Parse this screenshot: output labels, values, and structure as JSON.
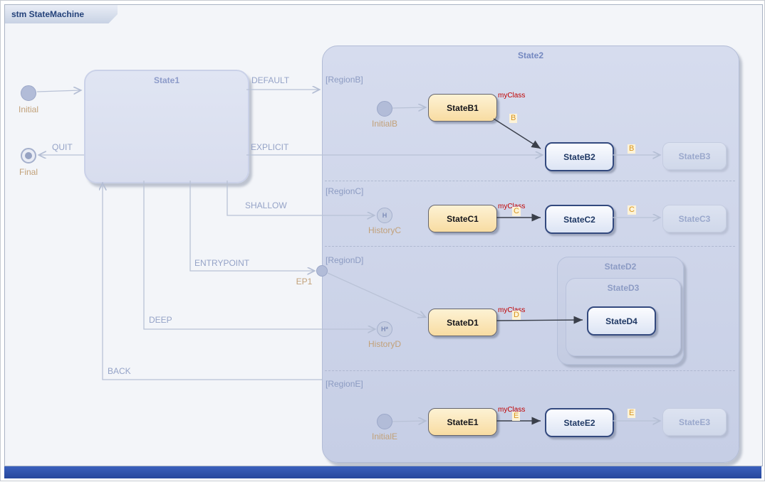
{
  "frame": {
    "title": "stm StateMachine"
  },
  "states": {
    "state1": "State1",
    "state2": "State2",
    "stateB1": "StateB1",
    "stateB2": "StateB2",
    "stateB3": "StateB3",
    "stateC1": "StateC1",
    "stateC2": "StateC2",
    "stateC3": "StateC3",
    "stateD1": "StateD1",
    "stateD2": "StateD2",
    "stateD3": "StateD3",
    "stateD4": "StateD4",
    "stateE1": "StateE1",
    "stateE2": "StateE2",
    "stateE3": "StateE3"
  },
  "pseudostates": {
    "initial": "Initial",
    "final": "Final",
    "initialB": "InitialB",
    "historyC": "HistoryC",
    "historyD": "HistoryD",
    "initialE": "InitialE",
    "ep1": "EP1",
    "shallowHistoryGlyph": "H",
    "deepHistoryGlyph": "H*"
  },
  "regions": {
    "b": "[RegionB]",
    "c": "[RegionC]",
    "d": "[RegionD]",
    "e": "[RegionE]"
  },
  "transitions": {
    "default": "DEFAULT",
    "explicit": "EXPLICIT",
    "quit": "QUIT",
    "shallow": "SHALLOW",
    "entrypoint": "ENTRYPOINT",
    "deep": "DEEP",
    "back": "BACK"
  },
  "annotations": {
    "myClass": "myClass",
    "triggerB_arrow": "B",
    "triggerB_out": "B",
    "triggerC_arrow": "C",
    "triggerC_out": "C",
    "triggerD_arrow": "D",
    "triggerE_arrow": "E",
    "triggerE_out": "E"
  },
  "colors": {
    "highlight_fill": "#F8DCA2",
    "highlight_border": "#63646E",
    "target_border": "#33497E",
    "target_text": "#1F3864",
    "annotation_red": "#C00000",
    "trigger_orange": "#D6941F",
    "muted_blue": "#95A3C7",
    "composite_fill": "#CCD3E8",
    "frame_bg": "#F3F5F9",
    "bottom_bar": "#2B4FA0"
  }
}
